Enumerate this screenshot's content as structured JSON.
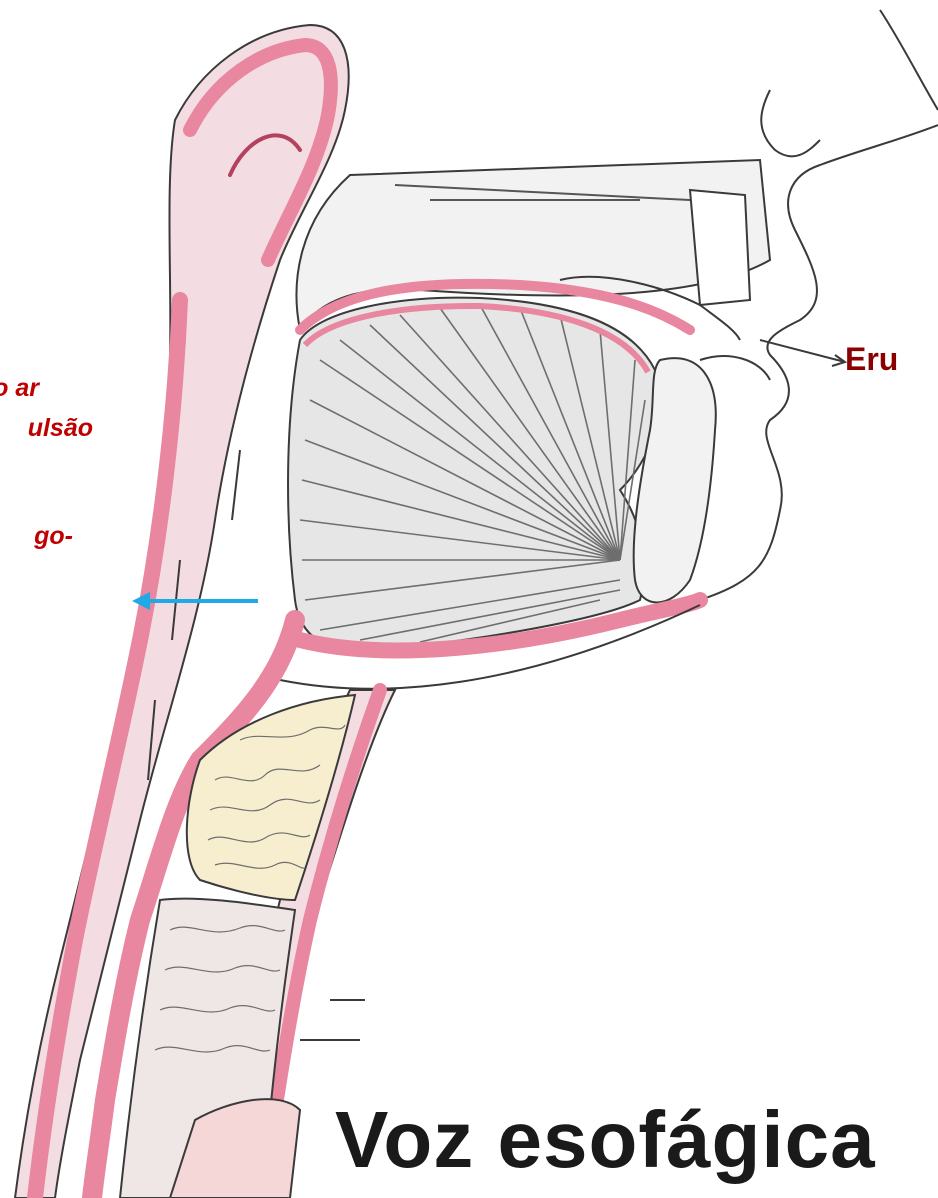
{
  "labels": {
    "left_line_1": "o ar",
    "left_line_2": "ulsão",
    "left_line_3": "go-",
    "right_label": "Eru",
    "caption": "Voz esofágica"
  },
  "colors": {
    "label_red": "#c00000",
    "label_dark_red": "#8b0000",
    "arrow_blue": "#1fa9e6",
    "mucosa_pink": "#e8879f",
    "tissue_light": "#f3dde2",
    "outline": "#3a3a3a"
  }
}
